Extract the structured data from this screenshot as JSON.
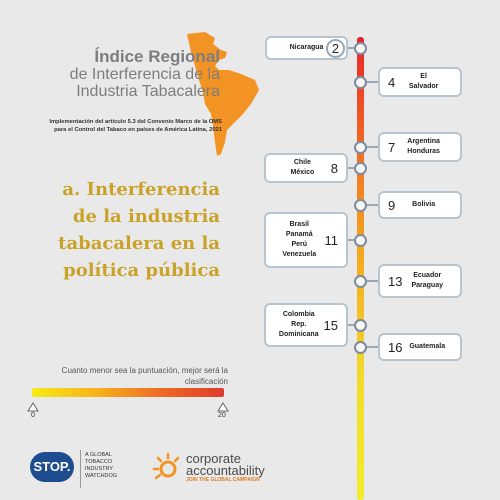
{
  "title": {
    "line1": "Índice Regional",
    "line2": "de Interferencia de la",
    "line3": "Industria Tabacalera"
  },
  "subtitle": {
    "line1": "Implementación del artículo 5.3 del Convenio Marco de la OMS",
    "line2": "para el Control del Tabaco en países de América Latina, 2021"
  },
  "heading": {
    "line1": "a. Interferencia",
    "line2": "de la industria",
    "line3": "tabacalera en la",
    "line4": "política pública"
  },
  "scale": {
    "note": "Cuanto menor sea la puntuación, mejor será la clasificación",
    "min_label": "0",
    "max_label": "20"
  },
  "rankings": [
    {
      "score": "2",
      "countries": [
        "Nicaragua"
      ],
      "side": "left"
    },
    {
      "score": "4",
      "countries": [
        "El",
        "Salvador"
      ],
      "side": "right"
    },
    {
      "score": "7",
      "countries": [
        "Argentina",
        "Honduras"
      ],
      "side": "right"
    },
    {
      "score": "8",
      "countries": [
        "Chile",
        "México"
      ],
      "side": "left"
    },
    {
      "score": "9",
      "countries": [
        "Bolivia"
      ],
      "side": "right"
    },
    {
      "score": "11",
      "countries": [
        "Brasil",
        "Panamá",
        "Perú",
        "Venezuela"
      ],
      "side": "left"
    },
    {
      "score": "13",
      "countries": [
        "Ecuador",
        "Paraguay"
      ],
      "side": "right"
    },
    {
      "score": "15",
      "countries": [
        "Colombia",
        "Rep.",
        "Dominicana"
      ],
      "side": "left"
    },
    {
      "score": "16",
      "countries": [
        "Guatemala"
      ],
      "side": "right"
    }
  ],
  "footer": {
    "stop_logo": "STOP.",
    "stop_text": [
      "A GLOBAL",
      "TOBACCO",
      "INDUSTRY",
      "WATCHDOG"
    ],
    "ca_line1": "corporate",
    "ca_line2": "accountability",
    "ca_tagline": "JOIN THE GLOBAL CAMPAIGN"
  },
  "colors": {
    "title_gray": "#7d7d7d",
    "heading_gold": "#c9a227",
    "map_orange": "#f39323",
    "stop_blue": "#1f4c8f"
  }
}
